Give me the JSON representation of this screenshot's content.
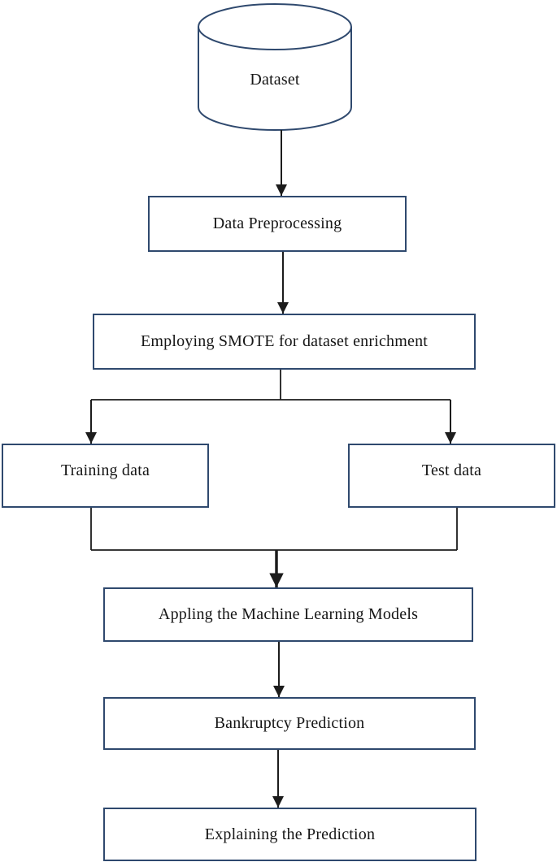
{
  "diagram": {
    "description": "Flowchart of a bankruptcy prediction machine-learning pipeline",
    "colors": {
      "node_border": "#2f496e",
      "arrow": "#1c1c1c",
      "text": "#161616",
      "background": "#ffffff"
    },
    "nodes": {
      "dataset": {
        "label": "Dataset",
        "shape": "cylinder"
      },
      "preprocessing": {
        "label": "Data Preprocessing",
        "shape": "rect"
      },
      "smote": {
        "label": "Employing SMOTE for dataset enrichment",
        "shape": "rect"
      },
      "training": {
        "label": "Training data",
        "shape": "rect"
      },
      "test": {
        "label": "Test data",
        "shape": "rect"
      },
      "ml": {
        "label": "Appling the Machine Learning Models",
        "shape": "rect"
      },
      "bankruptcy": {
        "label": "Bankruptcy Prediction",
        "shape": "rect"
      },
      "explain": {
        "label": "Explaining the Prediction",
        "shape": "rect"
      }
    },
    "edges": [
      {
        "from": "dataset",
        "to": "preprocessing"
      },
      {
        "from": "preprocessing",
        "to": "smote"
      },
      {
        "from": "smote",
        "to": "training"
      },
      {
        "from": "smote",
        "to": "test"
      },
      {
        "from": "training",
        "to": "ml"
      },
      {
        "from": "test",
        "to": "ml"
      },
      {
        "from": "ml",
        "to": "bankruptcy"
      },
      {
        "from": "bankruptcy",
        "to": "explain"
      }
    ]
  }
}
